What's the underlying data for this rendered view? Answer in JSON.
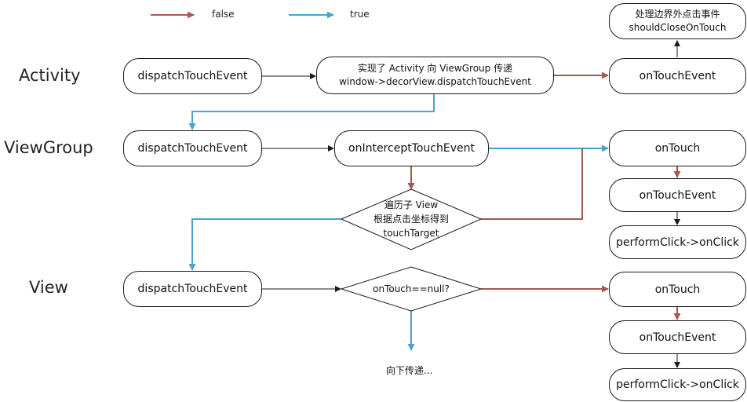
{
  "legend": {
    "false_label": "false",
    "true_label": "true",
    "false_color": "#a8584f",
    "true_color": "#4ba3c8"
  },
  "lanes": {
    "activity": "Activity",
    "viewgroup": "ViewGroup",
    "view": "View"
  },
  "activity": {
    "dispatch": "dispatchTouchEvent",
    "note_line1": "实现了 Activity 向 ViewGroup 传递",
    "note_line2": "window->decorView.dispatchTouchEvent",
    "on_touch_event": "onTouchEvent",
    "outside_line1": "处理边界外点击事件",
    "outside_line2": "shouldCloseOnTouch"
  },
  "viewgroup": {
    "dispatch": "dispatchTouchEvent",
    "intercept": "onInterceptTouchEvent",
    "traverse_line1": "遍历子 View",
    "traverse_line2": "根据点击坐标得到",
    "traverse_line3": "touchTarget",
    "on_touch": "onTouch",
    "on_touch_event": "onTouchEvent",
    "perform_click": "performClick->onClick"
  },
  "view": {
    "dispatch": "dispatchTouchEvent",
    "decision": "onTouch==null?",
    "pass_down": "向下传递...",
    "on_touch": "onTouch",
    "on_touch_event": "onTouchEvent",
    "perform_click": "performClick->onClick"
  }
}
